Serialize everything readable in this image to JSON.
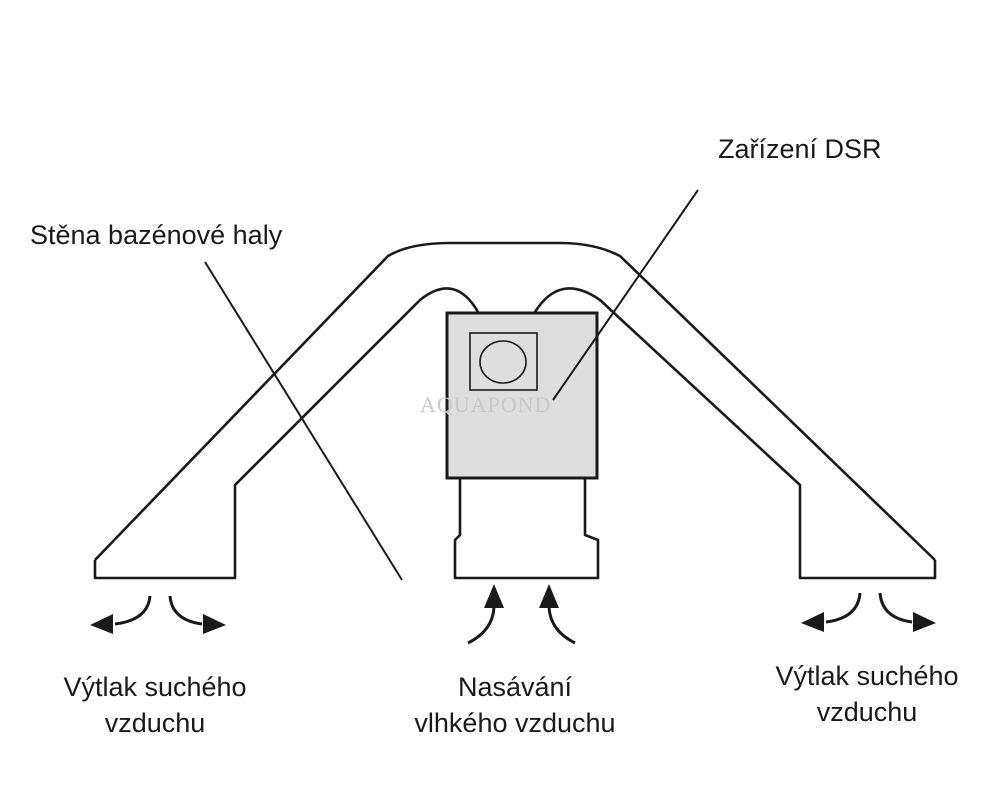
{
  "labels": {
    "device": "Zařízení DSR",
    "wall": "Stěna bazénové haly",
    "outlet_left": [
      "Výtlak suchého",
      "vzduchu"
    ],
    "intake": [
      "Nasávání",
      "vlhkého vzduchu"
    ],
    "outlet_right": [
      "Výtlak suchého",
      "vzduchu"
    ]
  },
  "watermark": "AQUAPOND",
  "colors": {
    "line": "#1a1a1a",
    "device_fill": "#dedede",
    "background": "#ffffff"
  }
}
